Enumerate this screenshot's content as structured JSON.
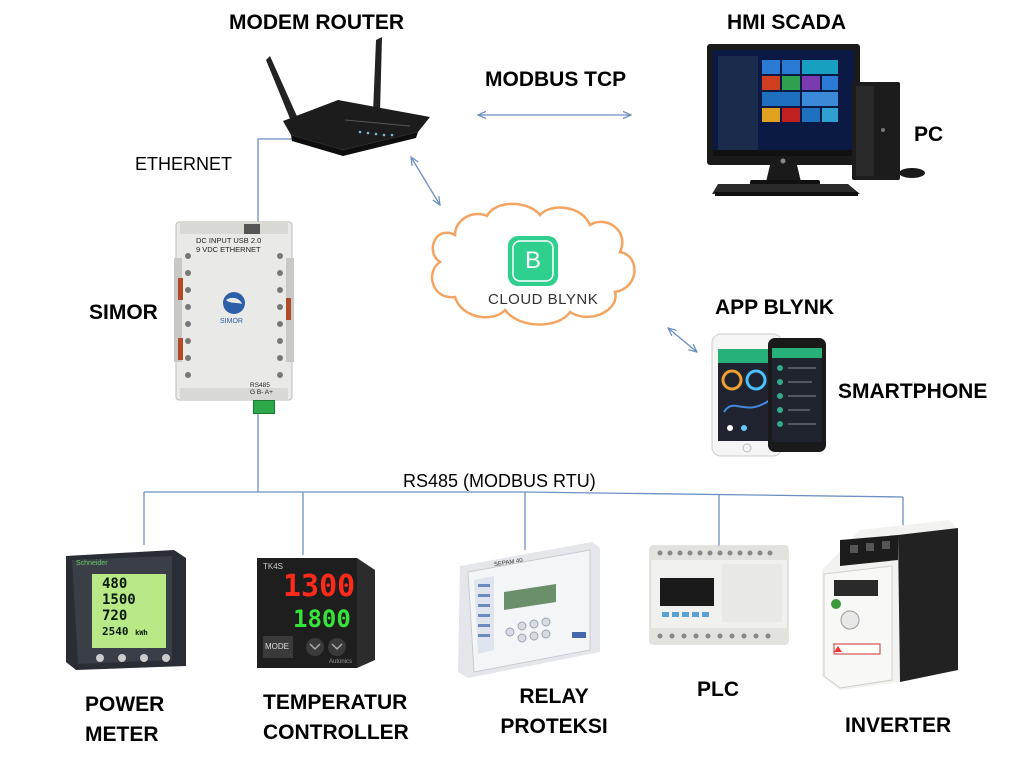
{
  "labels": {
    "modem_router": "MODEM ROUTER",
    "hmi_scada": "HMI SCADA",
    "modbus_tcp": "MODBUS TCP",
    "pc": "PC",
    "ethernet": "ETHERNET",
    "simor": "SIMOR",
    "cloud_blynk": "CLOUD BLYNK",
    "app_blynk": "APP BLYNK",
    "smartphone": "SMARTPHONE",
    "rs485_bus": "RS485 (MODBUS RTU)",
    "power_meter_line1": "POWER",
    "power_meter_line2": "METER",
    "temp_controller_line1": "TEMPERATUR",
    "temp_controller_line2": "CONTROLLER",
    "relay_line1": "RELAY",
    "relay_line2": "PROTEKSI",
    "plc": "PLC",
    "inverter": "INVERTER"
  },
  "device_text": {
    "simor_top_line1": "DC INPUT   USB 2.0",
    "simor_top_line2": "9 VDC    ETHERNET",
    "simor_brand": "SIMOR",
    "simor_port_line1": "RS485",
    "simor_port_line2": "G  B-  A+",
    "cloud_icon_letter": "B",
    "power_meter_brand": "Schneider",
    "power_meter_v1": "480",
    "power_meter_v2": "1500",
    "power_meter_v3": "720",
    "power_meter_v4": "2540",
    "power_meter_unit": "kWh",
    "tk_model": "TK4S",
    "tk_pv": "1300",
    "tk_sv": "1800",
    "tk_mode": "MODE",
    "tk_brand": "Autonics",
    "relay_model": "SEPAM 40"
  },
  "colors": {
    "line": "#6d8fc4",
    "cloud": "#f4a460",
    "blynk_green": "#2fcf8e",
    "lcd_green": "#b8e986",
    "led_red": "#ff2a1a",
    "led_green": "#37e23a"
  }
}
